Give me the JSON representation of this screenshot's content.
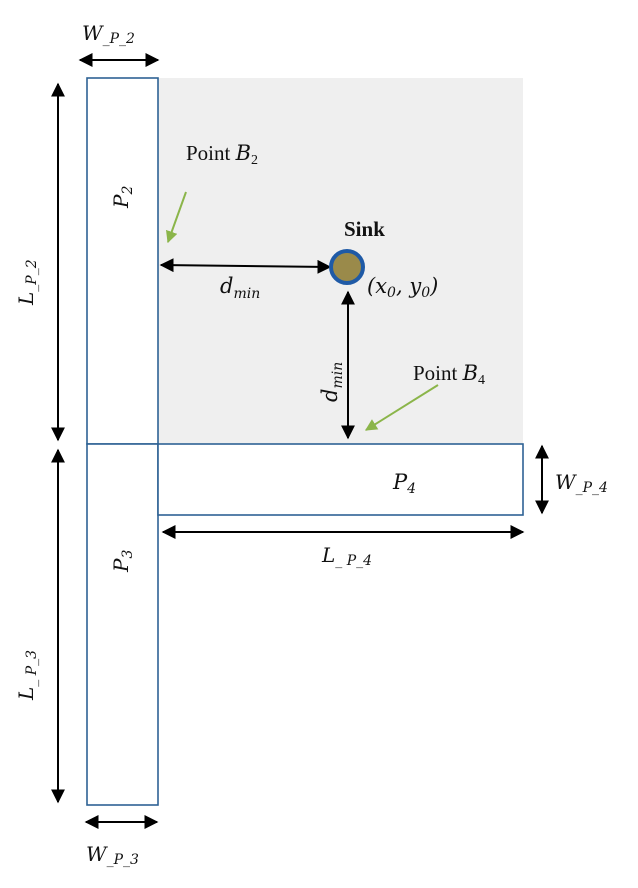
{
  "figure": {
    "colors": {
      "strip_stroke": "#2e6294",
      "shaded_area": "#efefef",
      "arrow": "#000000",
      "pointer_arrow": "#8bb54a",
      "sink_fill": "#9a8a4a",
      "sink_ring": "#1f5aa6"
    },
    "labels": {
      "w_p2": {
        "main": "W",
        "sub": "_P_2"
      },
      "w_p3": {
        "main": "W",
        "sub": "_P_3"
      },
      "w_p4": {
        "main": "W",
        "sub": "_P_4"
      },
      "l_p2": {
        "main": "L",
        "sub": "_P_2"
      },
      "l_p3": {
        "main": "L",
        "sub": "_ P_3"
      },
      "l_p4": {
        "main": "L",
        "sub": "_ P_4"
      },
      "p2": {
        "main": "P",
        "sub": "2"
      },
      "p3": {
        "main": "P",
        "sub": "3"
      },
      "p4": {
        "main": "P",
        "sub": "4"
      },
      "point_b2": {
        "prefix": "Point ",
        "main": "B",
        "sub": "2"
      },
      "point_b4": {
        "prefix": "Point ",
        "main": "B",
        "sub": "4"
      },
      "sink": "Sink",
      "coords": {
        "open": "(",
        "x": "x",
        "x_sub": "0",
        "sep": ", ",
        "y": "y",
        "y_sub": "0",
        "close": ")"
      },
      "dmin_h": {
        "main": "d",
        "sub": "min"
      },
      "dmin_v": {
        "main": "d",
        "sub": "min"
      }
    }
  }
}
